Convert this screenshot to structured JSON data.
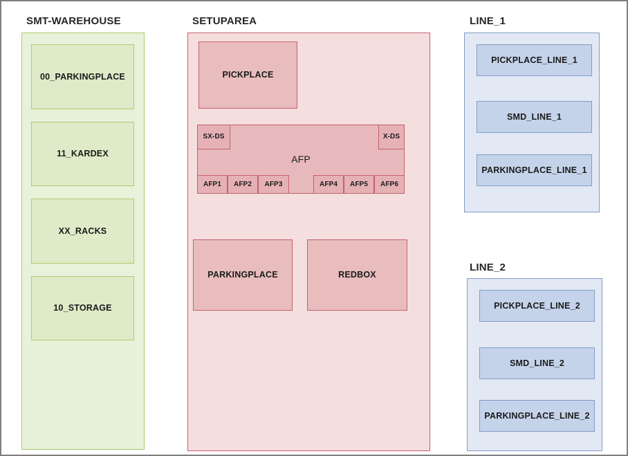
{
  "diagram": {
    "background": "#ffffff",
    "border_color": "#7f7f7f",
    "groups": [
      {
        "id": "smt-warehouse",
        "title": "SMT-WAREHOUSE",
        "accent": "#a9ce6d",
        "fill": "#e8f1da",
        "nodes": [
          {
            "id": "00-parkingplace",
            "label": "00_PARKINGPLACE"
          },
          {
            "id": "11-kardex",
            "label": "11_KARDEX"
          },
          {
            "id": "xx-racks",
            "label": "XX_RACKS"
          },
          {
            "id": "10-storage",
            "label": "10_STORAGE"
          }
        ]
      },
      {
        "id": "setuparea",
        "title": "SETUPAREA",
        "accent": "#cd5c6c",
        "fill": "#f4dede",
        "nodes": [
          {
            "id": "pickplace",
            "label": "PICKPLACE"
          },
          {
            "id": "afp",
            "label": "AFP"
          },
          {
            "id": "sx-ds",
            "label": "SX-DS"
          },
          {
            "id": "x-ds",
            "label": "X-DS"
          },
          {
            "id": "afp1",
            "label": "AFP1"
          },
          {
            "id": "afp2",
            "label": "AFP2"
          },
          {
            "id": "afp3",
            "label": "AFP3"
          },
          {
            "id": "afp4",
            "label": "AFP4"
          },
          {
            "id": "afp5",
            "label": "AFP5"
          },
          {
            "id": "afp6",
            "label": "AFP6"
          },
          {
            "id": "parkingplace",
            "label": "PARKINGPLACE"
          },
          {
            "id": "redbox",
            "label": "REDBOX"
          }
        ]
      },
      {
        "id": "line-1",
        "title": "LINE_1",
        "accent": "#7f9dc4",
        "fill": "#e2e8f4",
        "nodes": [
          {
            "id": "pickplace-line-1",
            "label": "PICKPLACE_LINE_1"
          },
          {
            "id": "smd-line-1",
            "label": "SMD_LINE_1"
          },
          {
            "id": "parkingplace-line-1",
            "label": "PARKINGPLACE_LINE_1"
          }
        ]
      },
      {
        "id": "line-2",
        "title": "LINE_2",
        "accent": "#7f9dc4",
        "fill": "#e2e8f4",
        "nodes": [
          {
            "id": "pickplace-line-2",
            "label": "PICKPLACE_LINE_2"
          },
          {
            "id": "smd-line-2",
            "label": "SMD_LINE_2"
          },
          {
            "id": "parkingplace-line-2",
            "label": "PARKINGPLACE_LINE_2"
          }
        ]
      }
    ]
  }
}
